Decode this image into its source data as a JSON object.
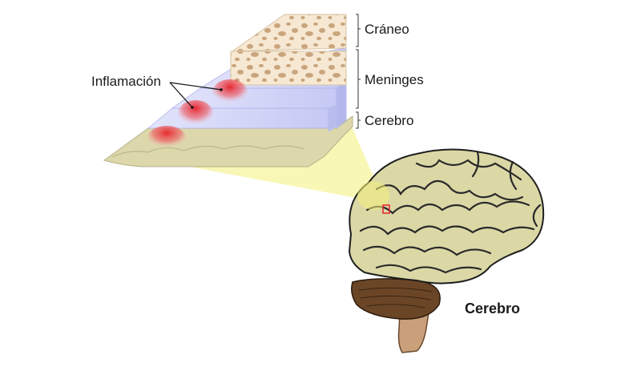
{
  "labels": {
    "skull": "Cráneo",
    "meninges": "Meninges",
    "brain_layer": "Cerebro",
    "inflammation": "Inflamación",
    "brain": "Cerebro"
  },
  "colors": {
    "bone": "#f5e6cf",
    "bone_pores": "#c8a27a",
    "meninges": "#cfd3f7",
    "brain_tissue": "#d9d6a8",
    "brain_outline": "#222222",
    "cerebellum": "#6b4626",
    "brainstem": "#c9a07a",
    "inflammation": "#e8202a",
    "highlight": "#f3f07a"
  }
}
